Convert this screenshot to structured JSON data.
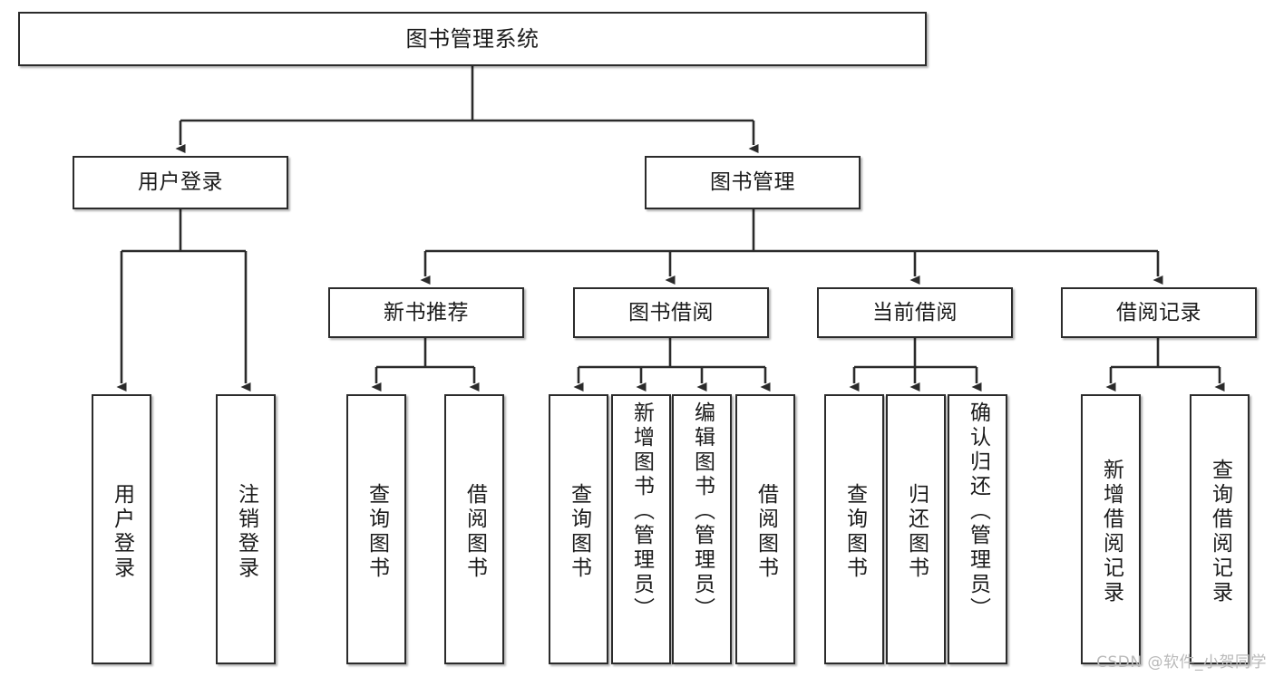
{
  "diagram": {
    "title": "图书管理系统",
    "type": "tree-hierarchy",
    "watermark": "CSDN @软件_小贺同学",
    "colors": {
      "box_border": "#2b2b2b",
      "box_fill": "#ffffff",
      "edge": "#2b2b2b",
      "text": "#1b1b1b",
      "watermark": "#b9b9b9",
      "background": "#ffffff"
    },
    "levels": {
      "root": "图书管理系统",
      "level2": [
        "用户登录",
        "图书管理"
      ],
      "level3": [
        "新书推荐",
        "图书借阅",
        "当前借阅",
        "借阅记录"
      ]
    },
    "nodes": {
      "root": {
        "label": "图书管理系统"
      },
      "user_login": {
        "label": "用户登录"
      },
      "book_manage": {
        "label": "图书管理"
      },
      "new_book_rec": {
        "label": "新书推荐"
      },
      "book_borrow": {
        "label": "图书借阅"
      },
      "current_borrow": {
        "label": "当前借阅"
      },
      "borrow_record": {
        "label": "借阅记录"
      },
      "leaf_user_login": {
        "label": "用户登录"
      },
      "leaf_user_logout": {
        "label": "注销登录"
      },
      "leaf_rec_query": {
        "label": "查询图书"
      },
      "leaf_rec_borrow": {
        "label": "借阅图书"
      },
      "leaf_borrow_query": {
        "label": "查询图书"
      },
      "leaf_borrow_add": {
        "label": "新增图书（管理员）"
      },
      "leaf_borrow_edit": {
        "label": "编辑图书（管理员）"
      },
      "leaf_borrow_lend": {
        "label": "借阅图书"
      },
      "leaf_cur_query": {
        "label": "查询图书"
      },
      "leaf_cur_return": {
        "label": "归还图书"
      },
      "leaf_cur_confirm": {
        "label": "确认归还（管理员）"
      },
      "leaf_rec_add": {
        "label": "新增借阅记录"
      },
      "leaf_rec_query2": {
        "label": "查询借阅记录"
      }
    }
  }
}
